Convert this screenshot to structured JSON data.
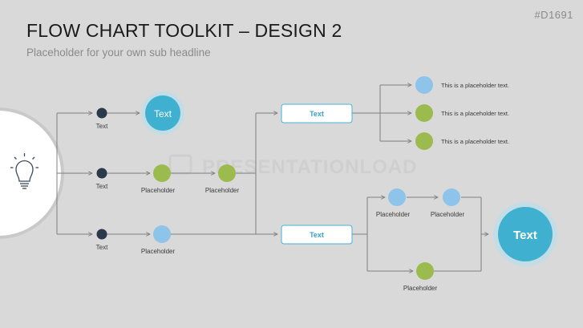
{
  "slide": {
    "title": "FLOW CHART TOOLKIT – DESIGN 2",
    "subtitle": "Placeholder for your own sub headline",
    "code": "#D1691",
    "watermark": "PRESENTATIONLOAD"
  },
  "colors": {
    "background": "#d9d9d9",
    "line": "#7f7f7f",
    "dark_dot": "#2b3a4a",
    "teal": "#3fb0cf",
    "green": "#9bbb4f",
    "light_blue": "#8ec3ea",
    "box_border": "#46b3d6"
  },
  "diagram": {
    "icon": "lightbulb-icon",
    "row1": {
      "dot_label": "Text",
      "circle_label": "Text"
    },
    "row2": {
      "dot_label": "Text",
      "node1_label": "Placeholder",
      "node2_label": "Placeholder"
    },
    "row3": {
      "dot_label": "Text",
      "node_label": "Placeholder"
    },
    "box_top": "Text",
    "box_bottom": "Text",
    "top_right_items": [
      "This is a placeholder text.",
      "This is a placeholder text.",
      "This is a placeholder text."
    ],
    "bottom_right": {
      "node1_label": "Placeholder",
      "node2_label": "Placeholder",
      "node3_label": "Placeholder",
      "final_circle": "Text"
    }
  }
}
